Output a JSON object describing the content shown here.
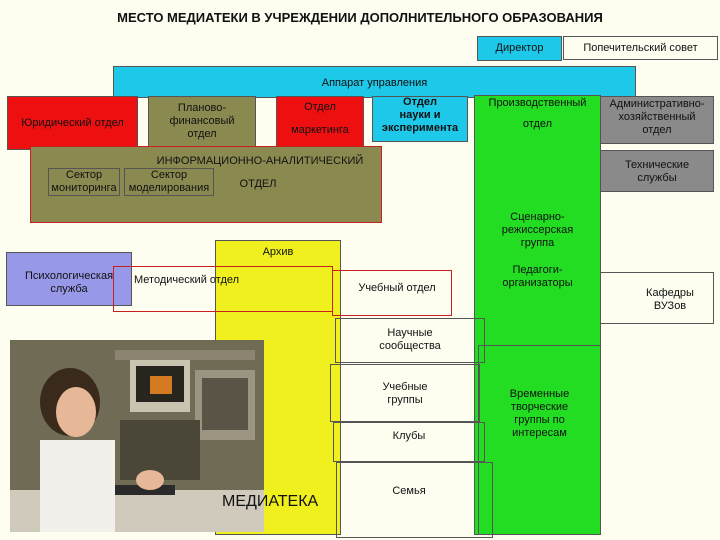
{
  "title": "МЕСТО МЕДИАТЕКИ В УЧРЕЖДЕНИИ ДОПОЛНИТЕЛЬНОГО ОБРАЗОВАНИЯ",
  "boxes": {
    "director": "Директор",
    "board": "Попечительский совет",
    "management": "Аппарат управления",
    "legal": "Юридический отдел",
    "finance": "Планово-\nфинансовый\nотдел",
    "marketing_1": "Отдел",
    "marketing_2": "маркетинга",
    "science": "Отдел\nнауки и\nэксперимента",
    "production_1": "Производственный",
    "production_2": "отдел",
    "admin": "Административно-\nхозяйственный\nотдел",
    "info_dept": "ИНФОРМАЦИОННО-АНАЛИТИЧЕСКИЙ",
    "info_dept_2": "ОТДЕЛ",
    "monitoring": "Сектор\nмониторинга",
    "modeling": "Сектор\nмоделирования",
    "tech": "Технические\nслужбы",
    "scenario": "Сценарно-\nрежиссерская\nгруппа",
    "archive": "Архив",
    "psych": "Психологическая\nслужба",
    "methodical": "Методический отдел",
    "educational": "Учебный отдел",
    "organizers": "Педагоги-\nорганизаторы",
    "chairs": "Кафедры\nВУЗов",
    "science_comm": "Научные\nсообщества",
    "study_groups": "Учебные\nгруппы",
    "clubs": "Клубы",
    "temp_groups": "Временные\nтворческие\nгруппы по\nинтересам",
    "family": "Семья",
    "mediateka": "МЕДИАТЕКА"
  }
}
